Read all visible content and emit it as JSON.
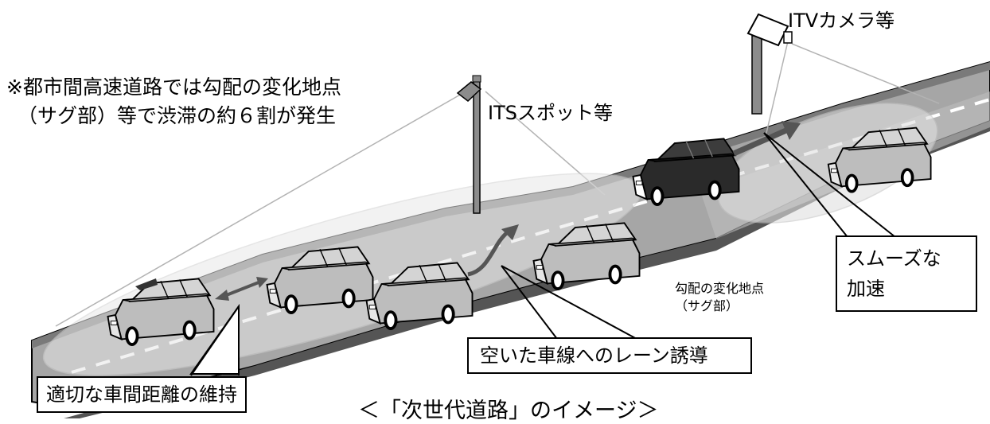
{
  "diagram": {
    "note": {
      "line1": "※都市間高速道路では勾配の変化地点",
      "line2": "（サグ部）等で渋滞の約６割が発生"
    },
    "labels": {
      "its_spot": "ITSスポット等",
      "itv_camera": "ITVカメラ等",
      "sag_line1": "勾配の変化地点",
      "sag_line2": "（サグ部）"
    },
    "callouts": {
      "spacing": "適切な車間距離の維持",
      "lane_guidance": "空いた車線へのレーン誘導",
      "smooth_line1": "スムーズな",
      "smooth_line2": "加速"
    },
    "caption": "＜「次世代道路」のイメージ＞"
  }
}
